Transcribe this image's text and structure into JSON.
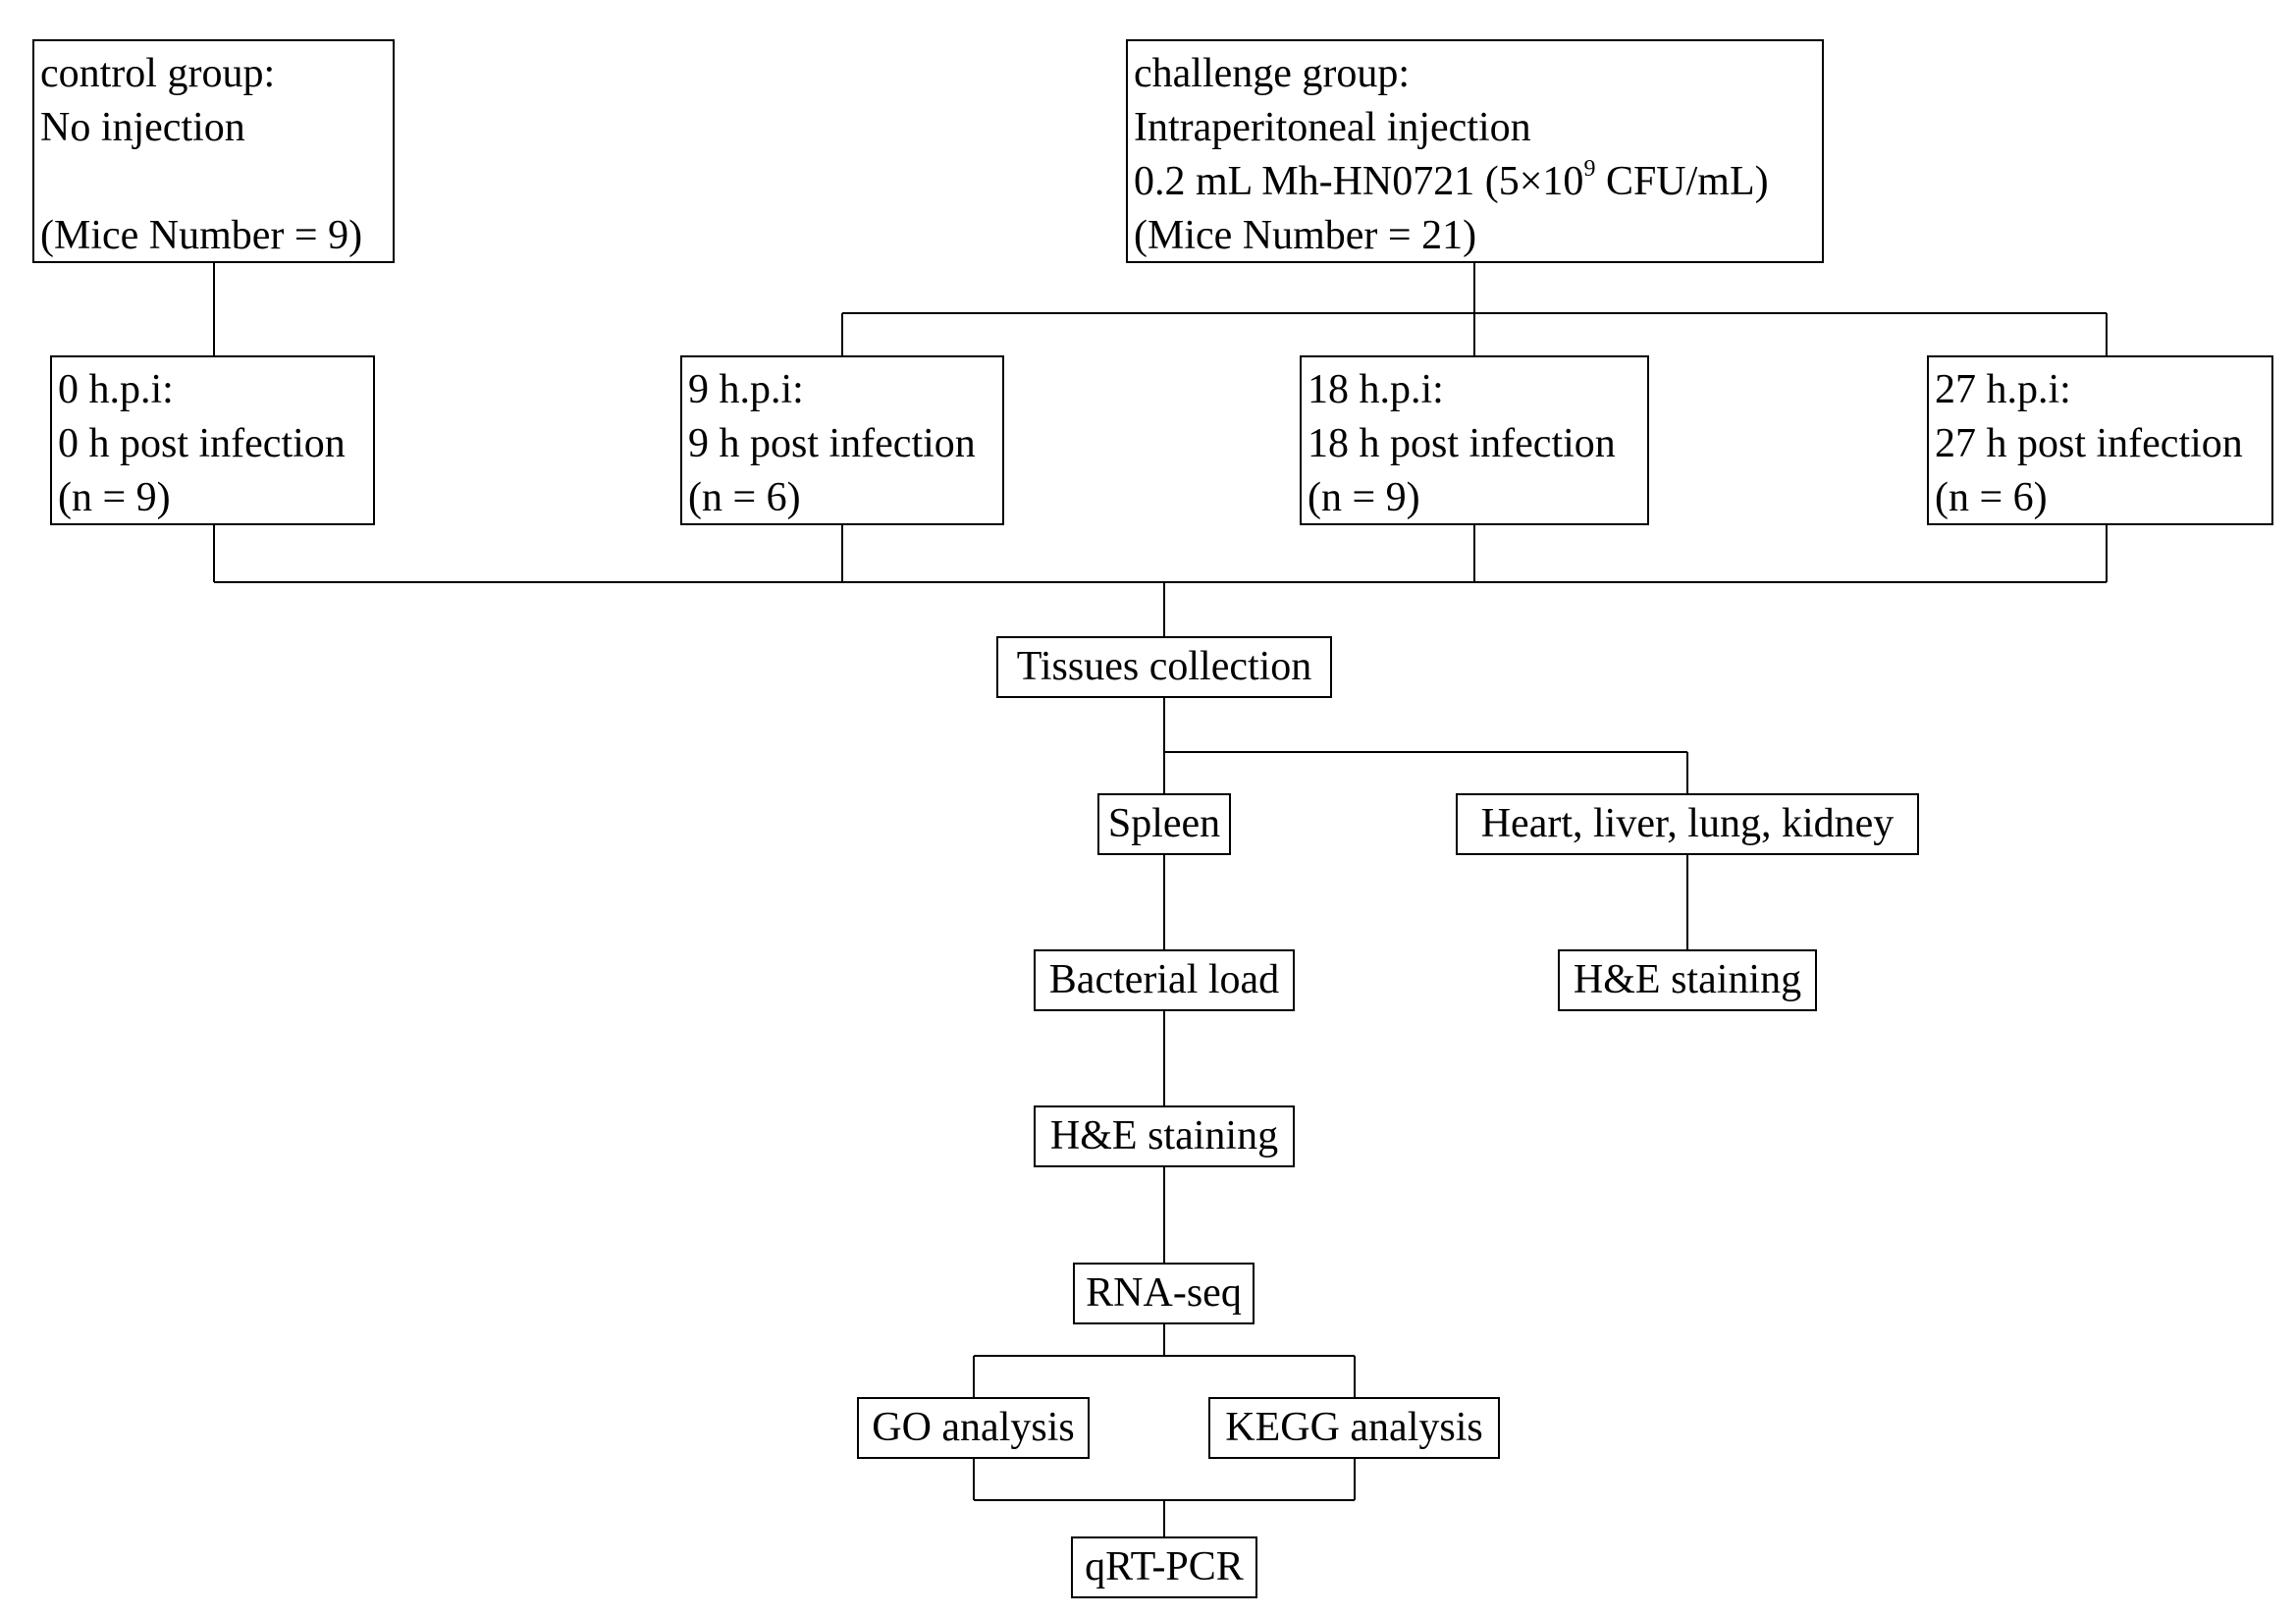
{
  "diagram": {
    "control_group": {
      "lines": [
        "control group:",
        "No injection",
        "",
        "(Mice Number = 9)"
      ]
    },
    "challenge_group": {
      "line1": "challenge group:",
      "line2": "Intraperitoneal injection",
      "line3_pre": "0.2 mL Mh-HN0721 (5×10",
      "line3_sup": "9",
      "line3_post": " CFU/mL)",
      "line4": "(Mice Number = 21)"
    },
    "timepoints": [
      {
        "title": "0 h.p.i:",
        "desc": "0 h post infection",
        "n": "(n = 9)"
      },
      {
        "title": "9 h.p.i:",
        "desc": "9 h post infection",
        "n": "(n = 6)"
      },
      {
        "title": "18 h.p.i:",
        "desc": "18 h post infection",
        "n": "(n = 9)"
      },
      {
        "title": "27 h.p.i:",
        "desc": "27 h post infection",
        "n": "(n = 6)"
      }
    ],
    "tissues_collection": "Tissues collection",
    "spleen": "Spleen",
    "organs": "Heart, liver, lung, kidney",
    "organs_he": "H&E staining",
    "bacterial_load": "Bacterial load",
    "spleen_he": "H&E staining",
    "rna_seq": "RNA-seq",
    "go_analysis": "GO analysis",
    "kegg_analysis": "KEGG analysis",
    "qrt_pcr": "qRT-PCR",
    "colors": {
      "line": "#000000",
      "background": "#ffffff",
      "text": "#000000"
    }
  }
}
